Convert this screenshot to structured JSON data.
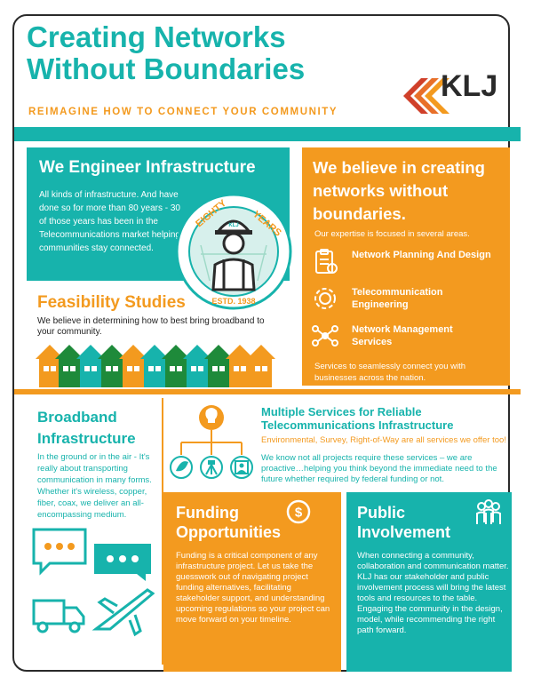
{
  "header": {
    "title": "Creating Networks Without Boundaries",
    "subtitle": "REIMAGINE HOW TO CONNECT YOUR COMMUNITY",
    "logo_text": "KLJ"
  },
  "engineer": {
    "heading": "We Engineer Infrastructure",
    "body": "All kinds of infrastructure. And have done so for more than 80 years - 30 of those years has been in the Telecommunications market helping communities stay connected."
  },
  "seal": {
    "top_left": "EIGHTY",
    "top_right": "YEARS",
    "bottom": "ESTD. 1938",
    "hat": "KLJ"
  },
  "believe": {
    "heading": "We believe in creating networks without boundaries.",
    "lead": "Our expertise is focused in several areas.",
    "services": [
      {
        "label": "Network Planning And Design"
      },
      {
        "label": "Telecommunication Engineering"
      },
      {
        "label": "Network Management Services"
      }
    ],
    "foot": "Services to seamlessly connect you with businesses across the nation."
  },
  "feasibility": {
    "heading": "Feasibility Studies",
    "body": "We believe in determining how to best bring broadband to your community."
  },
  "broadband": {
    "heading": "Broadband Infrastructure",
    "body": "In the ground or in the air - It's really about transporting communication in many forms. Whether it's wireless, copper, fiber, coax, we deliver an all-encompassing medium."
  },
  "multiple": {
    "heading": "Multiple Services for Reliable Telecommunications Infrastructure",
    "sub": "Environmental, Survey, Right-of-Way are all services we offer too!",
    "body": "We know not all projects require these services – we are proactive…helping you think beyond the immediate need to the future whether required by federal funding or not."
  },
  "funding": {
    "heading": "Funding Opportunities",
    "body": "Funding is a critical component of any infrastructure project. Let us take the guesswork out of navigating project funding alternatives, facilitating stakeholder support, and understanding upcoming regulations so your project can move forward on your timeline."
  },
  "public": {
    "heading": "Public Involvement",
    "body": "When connecting a community, collaboration and communication matter. KLJ has our stakeholder and public involvement process will bring the latest tools and resources to the table. Engaging the community in the design, model, while recommending the right path forward."
  },
  "colors": {
    "teal": "#17b3ac",
    "orange": "#f39a1f",
    "green": "#1e8a3a",
    "red": "#d0402a"
  }
}
